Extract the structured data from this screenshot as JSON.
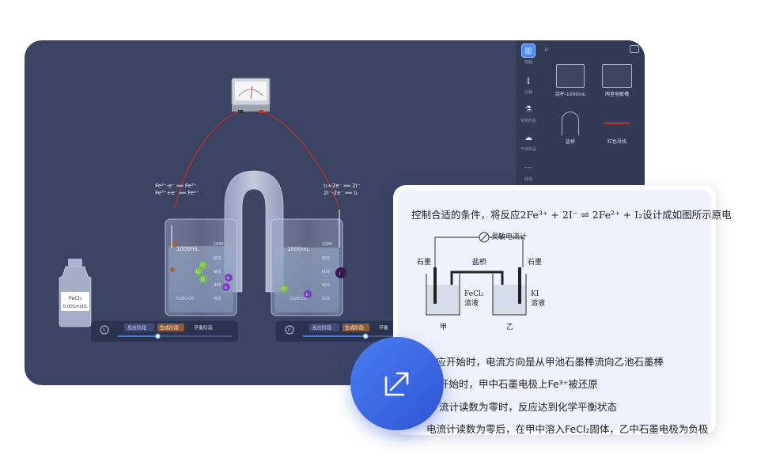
{
  "simulator": {
    "equations_left": [
      "Fe²⁺-e⁻ ══ Fe³⁺",
      "Fe³⁺+e⁻ ══ Fe²⁺"
    ],
    "equations_right": [
      "I₂+2e⁻ ══ 2I⁻",
      "2I⁻-2e⁻ ══ I₂"
    ],
    "beaker_left": {
      "label": "1000mL",
      "scale": [
        "1000",
        "800",
        "600",
        "400",
        "200"
      ],
      "brand": "NOBOOK"
    },
    "beaker_right": {
      "label": "1000mL",
      "scale": [
        "1000",
        "800",
        "600",
        "400",
        "200"
      ],
      "brand": "NOBOOK"
    },
    "bottle": {
      "formula": "FeCl₃",
      "concentration": "0.001mol/L"
    },
    "ions_left": [
      "Cl",
      "Cl",
      "Cl",
      "K",
      "K"
    ],
    "ions_right": [
      "I",
      "K",
      "Cl"
    ],
    "stage_control_left": {
      "stages": [
        "反应阶段",
        "生成阶段",
        "平衡阶段"
      ],
      "active_index": 1,
      "progress": 0.35
    },
    "stage_control_right": {
      "stages": [
        "反应阶段",
        "生成阶段",
        "平衡"
      ],
      "active_index": 1,
      "progress": 0.55
    },
    "sidebar": {
      "rail": [
        {
          "label": "容器",
          "icon": "beaker-icon"
        },
        {
          "label": "仪器",
          "icon": "tube-icon"
        },
        {
          "label": "常用药品",
          "icon": "flask-icon"
        },
        {
          "label": "气体药品",
          "icon": "cloud-icon"
        },
        {
          "label": "其他",
          "icon": "more-icon"
        }
      ],
      "items": [
        {
          "label": "烧杯-1000mL"
        },
        {
          "label": "两室电解槽"
        },
        {
          "label": "盐桥"
        },
        {
          "label": "红色导线"
        }
      ]
    }
  },
  "question": {
    "stem": "控制合适的条件，将反应2Fe³⁺ + 2I⁻ ⇌ 2Fe²⁺ + I₂设计成如图所示原电",
    "diagram": {
      "galvanometer": "灵敏电流计",
      "left_electrode": "石墨",
      "right_electrode": "石墨",
      "bridge": "盐桥",
      "left_solution": "FeCl₃\n溶液",
      "right_solution": "KI\n溶液",
      "left_cell": "甲",
      "right_cell": "乙"
    },
    "options": [
      "反应开始时，电流方向是从甲池石墨棒流向乙池石墨棒",
      "开始时，甲中石墨电极上Fe³⁺被还原",
      "流计读数为零时，反应达到化学平衡状态",
      "电流计读数为零后，在甲中溶入FeCl₂固体，乙中石墨电极为负极"
    ]
  },
  "colors": {
    "panel_bg": "#3b4462",
    "accent": "#3d68e6",
    "wire": "#c0392b"
  }
}
